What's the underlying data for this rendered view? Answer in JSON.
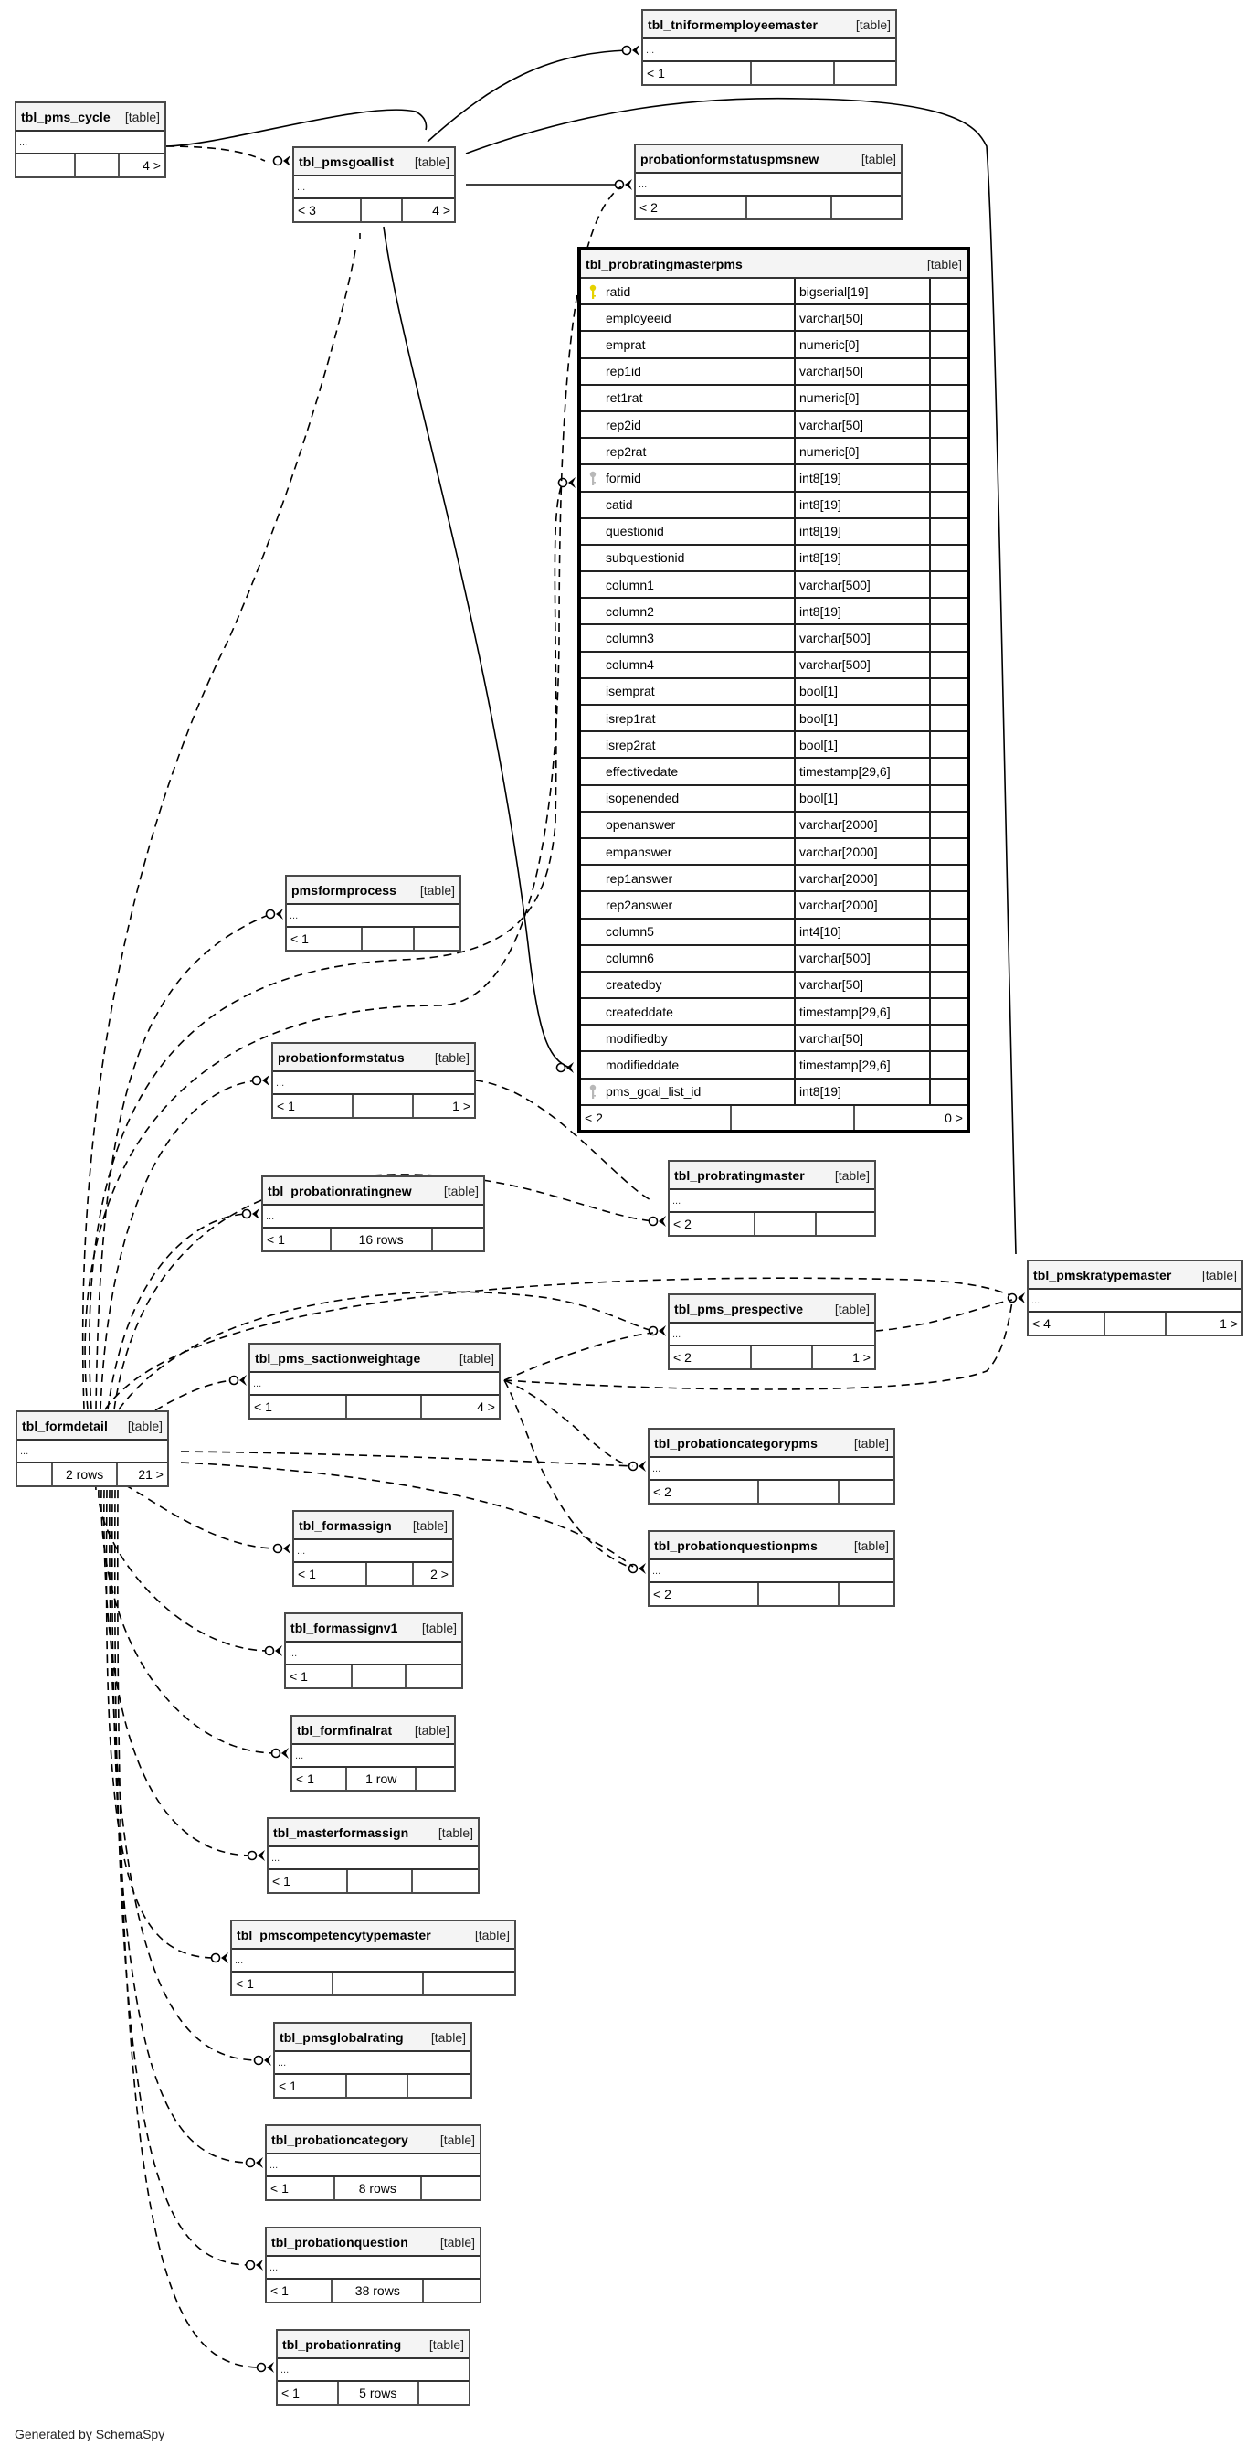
{
  "diagram": {
    "kind_label": "[table]",
    "ellipsis": "...",
    "footer_text": "Generated by SchemaSpy",
    "colors": {
      "pk_key": "#e6d200",
      "fk_key": "#b8b8b8",
      "line": "#000000",
      "header_bg": "#f4f4f4"
    }
  },
  "tables": {
    "tniformemployeemaster": {
      "name": "tbl_tniformemployeemaster",
      "parents": "< 1",
      "rows": "",
      "children": ""
    },
    "pms_cycle": {
      "name": "tbl_pms_cycle",
      "parents": "",
      "rows": "",
      "children": "4 >"
    },
    "pmsgoallist": {
      "name": "tbl_pmsgoallist",
      "parents": "< 3",
      "rows": "",
      "children": "4 >"
    },
    "probationformstatuspmsnew": {
      "name": "probationformstatuspmsnew",
      "parents": "< 2",
      "rows": "",
      "children": ""
    },
    "probratingmasterpms": {
      "name": "tbl_probratingmasterpms",
      "parents": "< 2",
      "rows": "",
      "children": "0 >",
      "columns": [
        {
          "name": "ratid",
          "type": "bigserial[19]",
          "key": "pk"
        },
        {
          "name": "employeeid",
          "type": "varchar[50]",
          "key": ""
        },
        {
          "name": "emprat",
          "type": "numeric[0]",
          "key": ""
        },
        {
          "name": "rep1id",
          "type": "varchar[50]",
          "key": ""
        },
        {
          "name": "ret1rat",
          "type": "numeric[0]",
          "key": ""
        },
        {
          "name": "rep2id",
          "type": "varchar[50]",
          "key": ""
        },
        {
          "name": "rep2rat",
          "type": "numeric[0]",
          "key": ""
        },
        {
          "name": "formid",
          "type": "int8[19]",
          "key": "fk"
        },
        {
          "name": "catid",
          "type": "int8[19]",
          "key": ""
        },
        {
          "name": "questionid",
          "type": "int8[19]",
          "key": ""
        },
        {
          "name": "subquestionid",
          "type": "int8[19]",
          "key": ""
        },
        {
          "name": "column1",
          "type": "varchar[500]",
          "key": ""
        },
        {
          "name": "column2",
          "type": "int8[19]",
          "key": ""
        },
        {
          "name": "column3",
          "type": "varchar[500]",
          "key": ""
        },
        {
          "name": "column4",
          "type": "varchar[500]",
          "key": ""
        },
        {
          "name": "isemprat",
          "type": "bool[1]",
          "key": ""
        },
        {
          "name": "isrep1rat",
          "type": "bool[1]",
          "key": ""
        },
        {
          "name": "isrep2rat",
          "type": "bool[1]",
          "key": ""
        },
        {
          "name": "effectivedate",
          "type": "timestamp[29,6]",
          "key": ""
        },
        {
          "name": "isopenended",
          "type": "bool[1]",
          "key": ""
        },
        {
          "name": "openanswer",
          "type": "varchar[2000]",
          "key": ""
        },
        {
          "name": "empanswer",
          "type": "varchar[2000]",
          "key": ""
        },
        {
          "name": "rep1answer",
          "type": "varchar[2000]",
          "key": ""
        },
        {
          "name": "rep2answer",
          "type": "varchar[2000]",
          "key": ""
        },
        {
          "name": "column5",
          "type": "int4[10]",
          "key": ""
        },
        {
          "name": "column6",
          "type": "varchar[500]",
          "key": ""
        },
        {
          "name": "createdby",
          "type": "varchar[50]",
          "key": ""
        },
        {
          "name": "createddate",
          "type": "timestamp[29,6]",
          "key": ""
        },
        {
          "name": "modifiedby",
          "type": "varchar[50]",
          "key": ""
        },
        {
          "name": "modifieddate",
          "type": "timestamp[29,6]",
          "key": ""
        },
        {
          "name": "pms_goal_list_id",
          "type": "int8[19]",
          "key": "fk"
        }
      ]
    },
    "pmsformprocess": {
      "name": "pmsformprocess",
      "parents": "< 1",
      "rows": "",
      "children": ""
    },
    "probationformstatus": {
      "name": "probationformstatus",
      "parents": "< 1",
      "rows": "",
      "children": "1 >"
    },
    "probratingmaster": {
      "name": "tbl_probratingmaster",
      "parents": "< 2",
      "rows": "",
      "children": ""
    },
    "probationratingnew": {
      "name": "tbl_probationratingnew",
      "parents": "< 1",
      "rows": "16 rows",
      "children": ""
    },
    "pmskratypemaster": {
      "name": "tbl_pmskratypemaster",
      "parents": "< 4",
      "rows": "",
      "children": "1 >"
    },
    "pms_prespective": {
      "name": "tbl_pms_prespective",
      "parents": "< 2",
      "rows": "",
      "children": "1 >"
    },
    "pms_sactionweightage": {
      "name": "tbl_pms_sactionweightage",
      "parents": "< 1",
      "rows": "",
      "children": "4 >"
    },
    "formdetail": {
      "name": "tbl_formdetail",
      "parents": "",
      "rows": "2 rows",
      "children": "21 >"
    },
    "probationcategorypms": {
      "name": "tbl_probationcategorypms",
      "parents": "< 2",
      "rows": "",
      "children": ""
    },
    "probationquestionpms": {
      "name": "tbl_probationquestionpms",
      "parents": "< 2",
      "rows": "",
      "children": ""
    },
    "formassign": {
      "name": "tbl_formassign",
      "parents": "< 1",
      "rows": "",
      "children": "2 >"
    },
    "formassignv1": {
      "name": "tbl_formassignv1",
      "parents": "< 1",
      "rows": "",
      "children": ""
    },
    "formfinalrat": {
      "name": "tbl_formfinalrat",
      "parents": "< 1",
      "rows": "1 row",
      "children": ""
    },
    "masterformassign": {
      "name": "tbl_masterformassign",
      "parents": "< 1",
      "rows": "",
      "children": ""
    },
    "pmscompetencytypemaster": {
      "name": "tbl_pmscompetencytypemaster",
      "parents": "< 1",
      "rows": "",
      "children": ""
    },
    "pmsglobalrating": {
      "name": "tbl_pmsglobalrating",
      "parents": "< 1",
      "rows": "",
      "children": ""
    },
    "probationcategory": {
      "name": "tbl_probationcategory",
      "parents": "< 1",
      "rows": "8 rows",
      "children": ""
    },
    "probationquestion": {
      "name": "tbl_probationquestion",
      "parents": "< 1",
      "rows": "38 rows",
      "children": ""
    },
    "probationrating": {
      "name": "tbl_probationrating",
      "parents": "< 1",
      "rows": "5 rows",
      "children": ""
    }
  }
}
